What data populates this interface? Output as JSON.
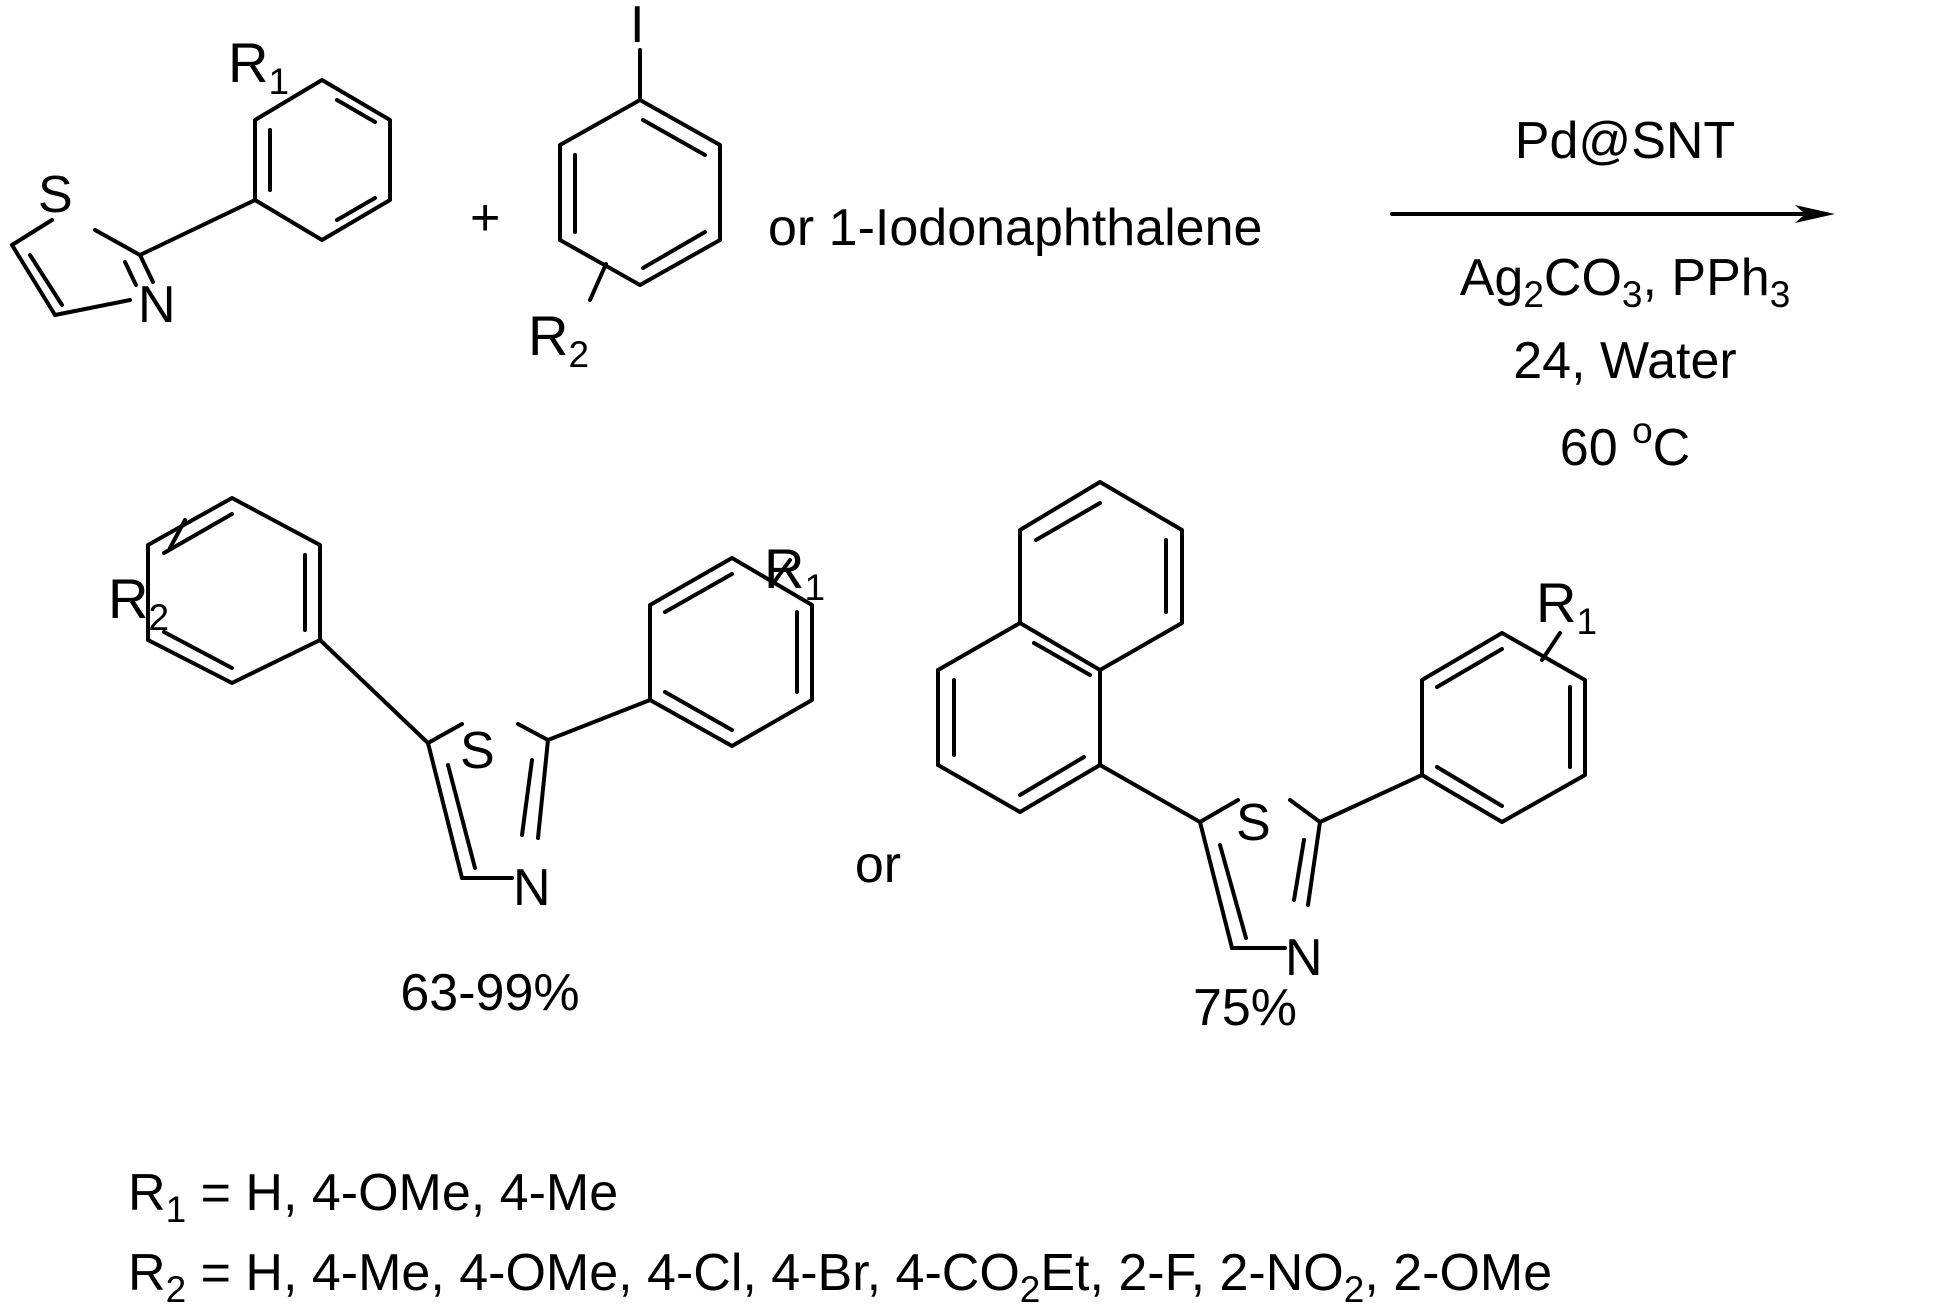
{
  "reactant1": {
    "s_atom": "S",
    "n_atom": "N",
    "substituent": "R",
    "substituent_sub": "1"
  },
  "plus_sign": "+",
  "reactant2": {
    "iodo_atom": "I",
    "substituent": "R",
    "substituent_sub": "2",
    "alternative": "or 1-Iodonaphthalene"
  },
  "conditions": {
    "above_arrow": "Pd@SNT",
    "reagents": {
      "ag": "Ag",
      "ag_sub": "2",
      "co": "CO",
      "co_sub": "3",
      "pph": ", PPh",
      "pph_sub": "3"
    },
    "time_solvent": "24, Water",
    "temperature": {
      "value": "60 ",
      "degree": "o",
      "unit": "C"
    }
  },
  "product1": {
    "s_atom": "S",
    "n_atom": "N",
    "r1": "R",
    "r1_sub": "1",
    "r2": "R",
    "r2_sub": "2",
    "yield": "63-99%"
  },
  "or_text": "or",
  "product2": {
    "s_atom": "S",
    "n_atom": "N",
    "r1": "R",
    "r1_sub": "1",
    "yield": "75%"
  },
  "definitions": {
    "r1": {
      "symbol": "R",
      "sub": "1",
      "values": " = H, 4-OMe, 4-Me"
    },
    "r2": {
      "symbol": "R",
      "sub": "2",
      "values_a": " = H, 4-Me, 4-OMe, 4-Cl, 4-Br, 4-CO",
      "values_a_sub": "2",
      "values_b": "Et, 2-F, 2-NO",
      "values_b_sub": "2",
      "values_c": ", 2-OMe"
    }
  }
}
